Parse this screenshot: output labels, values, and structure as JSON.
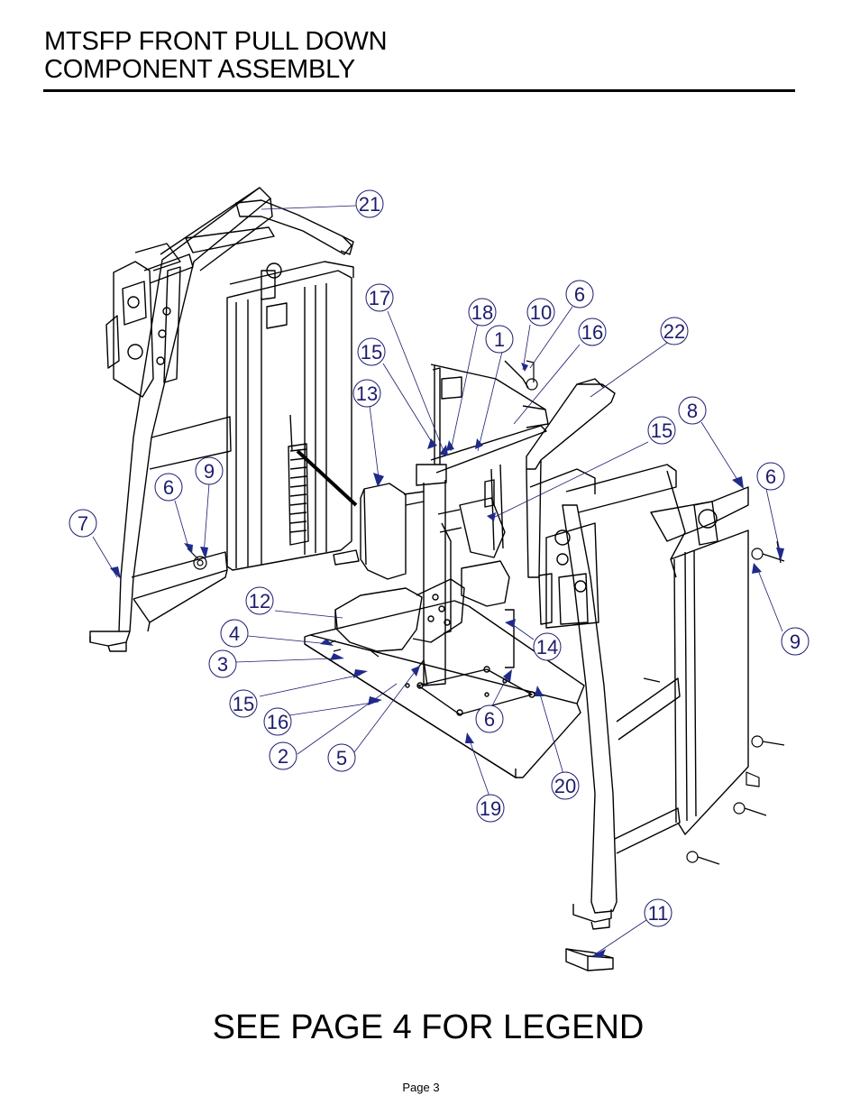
{
  "header": {
    "title_line1": "MTSFP FRONT PULL DOWN",
    "title_line2": "COMPONENT ASSEMBLY"
  },
  "callouts": [
    "21",
    "17",
    "18",
    "10",
    "6",
    "1",
    "16",
    "22",
    "15",
    "13",
    "8",
    "15",
    "6",
    "9",
    "6",
    "7",
    "12",
    "14",
    "9",
    "4",
    "3",
    "15",
    "16",
    "6",
    "2",
    "5",
    "20",
    "19",
    "11"
  ],
  "footer": {
    "legend_note": "SEE PAGE 4 FOR LEGEND",
    "page_label": "Page 3"
  },
  "colors": {
    "callout_circle": "#1c1c6e",
    "callout_arrow": "#1f2a8a",
    "line": "#000000"
  }
}
